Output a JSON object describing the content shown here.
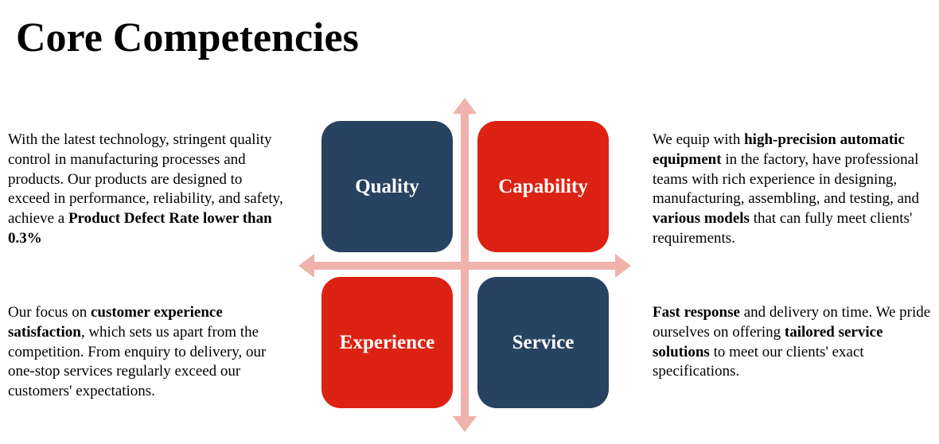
{
  "title": "Core Competencies",
  "colors": {
    "navy": "#284361",
    "red": "#dc2213",
    "arrow": "#f0b2ac"
  },
  "quadrants": {
    "quality": {
      "label": "Quality",
      "color": "navy",
      "description": [
        {
          "text": "With the latest technology, stringent quality control in manufacturing processes and products. Our products are designed to exceed in performance, reliability, and safety, achieve a ",
          "bold": false
        },
        {
          "text": "Product Defect Rate lower than 0.3%",
          "bold": true
        }
      ]
    },
    "capability": {
      "label": "Capability",
      "color": "red",
      "description": [
        {
          "text": "We equip with ",
          "bold": false
        },
        {
          "text": "high-precision automatic equipment",
          "bold": true
        },
        {
          "text": " in the factory, have professional teams with rich experience in designing, manufacturing, assembling, and testing, and ",
          "bold": false
        },
        {
          "text": "various models",
          "bold": true
        },
        {
          "text": " that can fully meet clients' requirements.",
          "bold": false
        }
      ]
    },
    "experience": {
      "label": "Experience",
      "color": "red",
      "description": [
        {
          "text": "Our focus on ",
          "bold": false
        },
        {
          "text": "customer experience satisfaction",
          "bold": true
        },
        {
          "text": ", which sets us apart from the competition. From enquiry to delivery, our one-stop services regularly exceed our customers' expectations.",
          "bold": false
        }
      ]
    },
    "service": {
      "label": "Service",
      "color": "navy",
      "description": [
        {
          "text": "Fast response",
          "bold": true
        },
        {
          "text": " and delivery on time. We pride ourselves on offering ",
          "bold": false
        },
        {
          "text": "tailored service solutions",
          "bold": true
        },
        {
          "text": " to meet our clients' exact specifications.",
          "bold": false
        }
      ]
    }
  }
}
